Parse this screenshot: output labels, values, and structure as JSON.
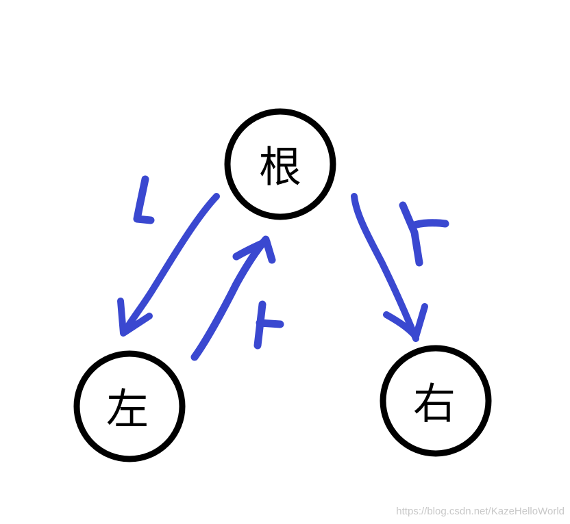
{
  "nodes": {
    "root": "根",
    "left": "左",
    "right": "右"
  },
  "colors": {
    "stroke": "#3a48d0",
    "node_border": "#000000"
  },
  "watermark": "https://blog.csdn.net/KazeHelloWorld"
}
